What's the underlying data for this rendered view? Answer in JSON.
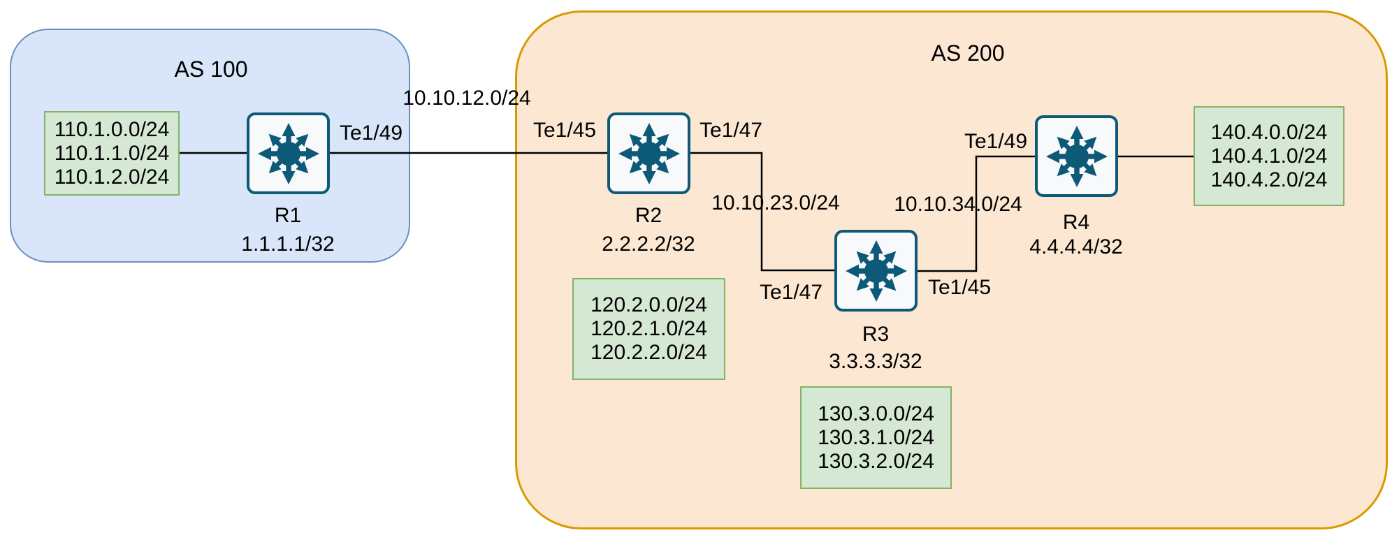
{
  "as_groups": [
    {
      "label": "AS 100"
    },
    {
      "label": "AS 200"
    }
  ],
  "routers": [
    {
      "name": "R1",
      "loopback": "1.1.1.1/32"
    },
    {
      "name": "R2",
      "loopback": "2.2.2.2/32"
    },
    {
      "name": "R3",
      "loopback": "3.3.3.3/32"
    },
    {
      "name": "R4",
      "loopback": "4.4.4.4/32"
    }
  ],
  "prefix_boxes": [
    {
      "owner": "R1",
      "lines": [
        "110.1.0.0/24",
        "110.1.1.0/24",
        "110.1.2.0/24"
      ]
    },
    {
      "owner": "R2",
      "lines": [
        "120.2.0.0/24",
        "120.2.1.0/24",
        "120.2.2.0/24"
      ]
    },
    {
      "owner": "R3",
      "lines": [
        "130.3.0.0/24",
        "130.3.1.0/24",
        "130.3.2.0/24"
      ]
    },
    {
      "owner": "R4",
      "lines": [
        "140.4.0.0/24",
        "140.4.1.0/24",
        "140.4.2.0/24"
      ]
    }
  ],
  "link_labels": [
    {
      "link": "R1-R2",
      "text": "10.10.12.0/24"
    },
    {
      "link": "R2-R3",
      "text": "10.10.23.0/24"
    },
    {
      "link": "R3-R4",
      "text": "10.10.34.0/24"
    }
  ],
  "interface_labels": [
    {
      "router": "R1",
      "side": "right",
      "text": "Te1/49"
    },
    {
      "router": "R2",
      "side": "left",
      "text": "Te1/45"
    },
    {
      "router": "R2",
      "side": "right",
      "text": "Te1/47"
    },
    {
      "router": "R3",
      "side": "left",
      "text": "Te1/47"
    },
    {
      "router": "R3",
      "side": "right",
      "text": "Te1/45"
    },
    {
      "router": "R4",
      "side": "left",
      "text": "Te1/49"
    }
  ],
  "colors": {
    "as100_fill": "#d9e5f8",
    "as100_border": "#6c8ebf",
    "as200_fill": "#fce8d2",
    "as200_border": "#d79b00",
    "prefix_fill": "#d5e8d4",
    "prefix_border": "#82b366",
    "router_glyph": "#0d5a78",
    "link_line": "#000000"
  }
}
